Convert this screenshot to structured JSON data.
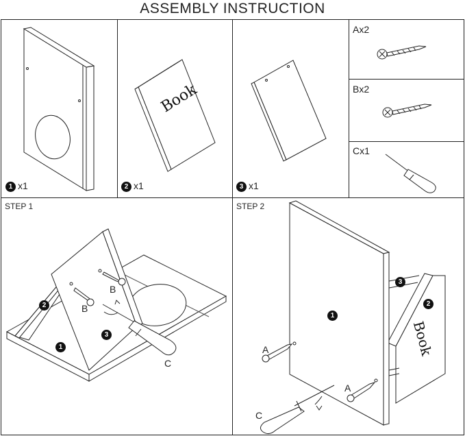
{
  "title": "ASSEMBLY INSTRUCTION",
  "parts": [
    {
      "num": "1",
      "qty": "x1"
    },
    {
      "num": "2",
      "qty": "x1"
    },
    {
      "num": "3",
      "qty": "x1"
    }
  ],
  "hardware": [
    {
      "label": "Ax2"
    },
    {
      "label": "Bx2"
    },
    {
      "label": "Cx1"
    }
  ],
  "book_word": "Book",
  "steps": [
    {
      "label": "STEP 1"
    },
    {
      "label": "STEP 2"
    }
  ],
  "callouts": {
    "a": "A",
    "b": "B",
    "c": "C"
  },
  "badges": {
    "one": "1",
    "two": "2",
    "three": "3"
  }
}
